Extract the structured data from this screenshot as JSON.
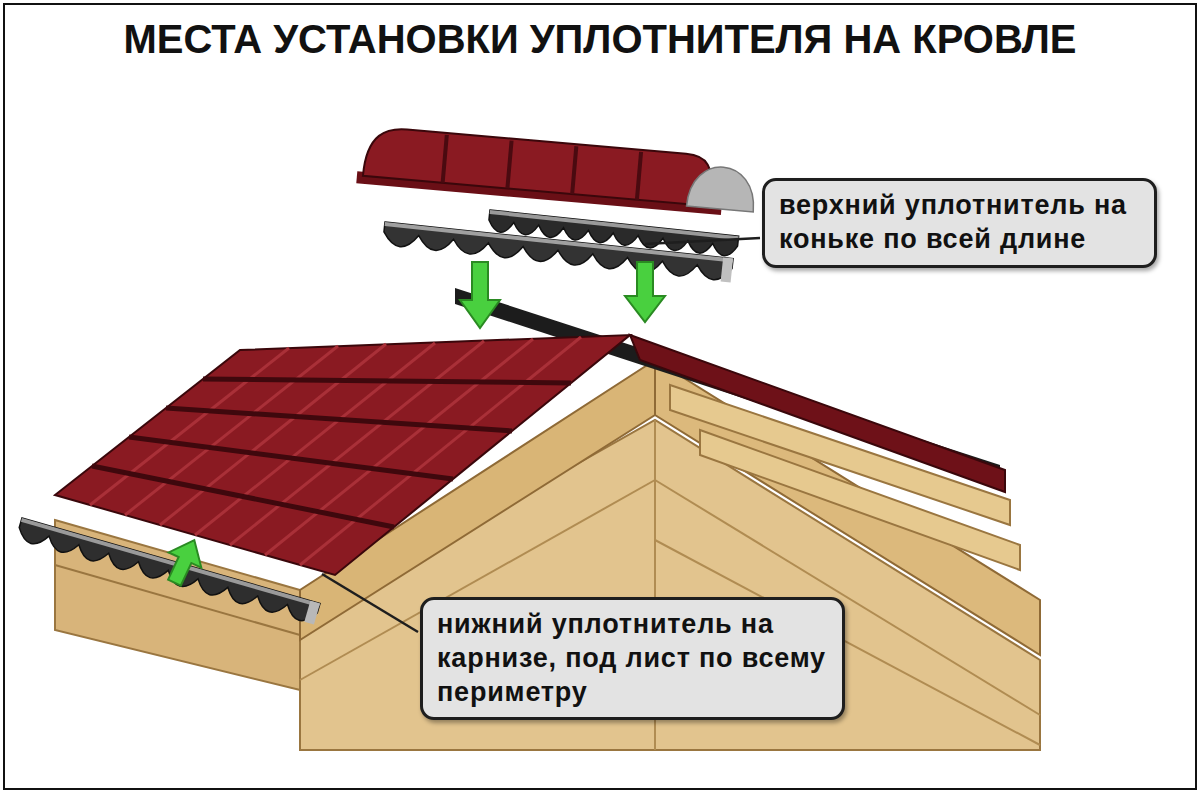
{
  "diagram": {
    "title": "МЕСТА УСТАНОВКИ УПЛОТНИТЕЛЯ НА КРОВЛЕ",
    "nodes": [
      {
        "text": [
          "верхний уплотнитель на коньке по всей длине"
        ]
      },
      {
        "text": [
          "нижний уплотнитель на карнизе, под лист по всему периметру"
        ]
      }
    ]
  }
}
